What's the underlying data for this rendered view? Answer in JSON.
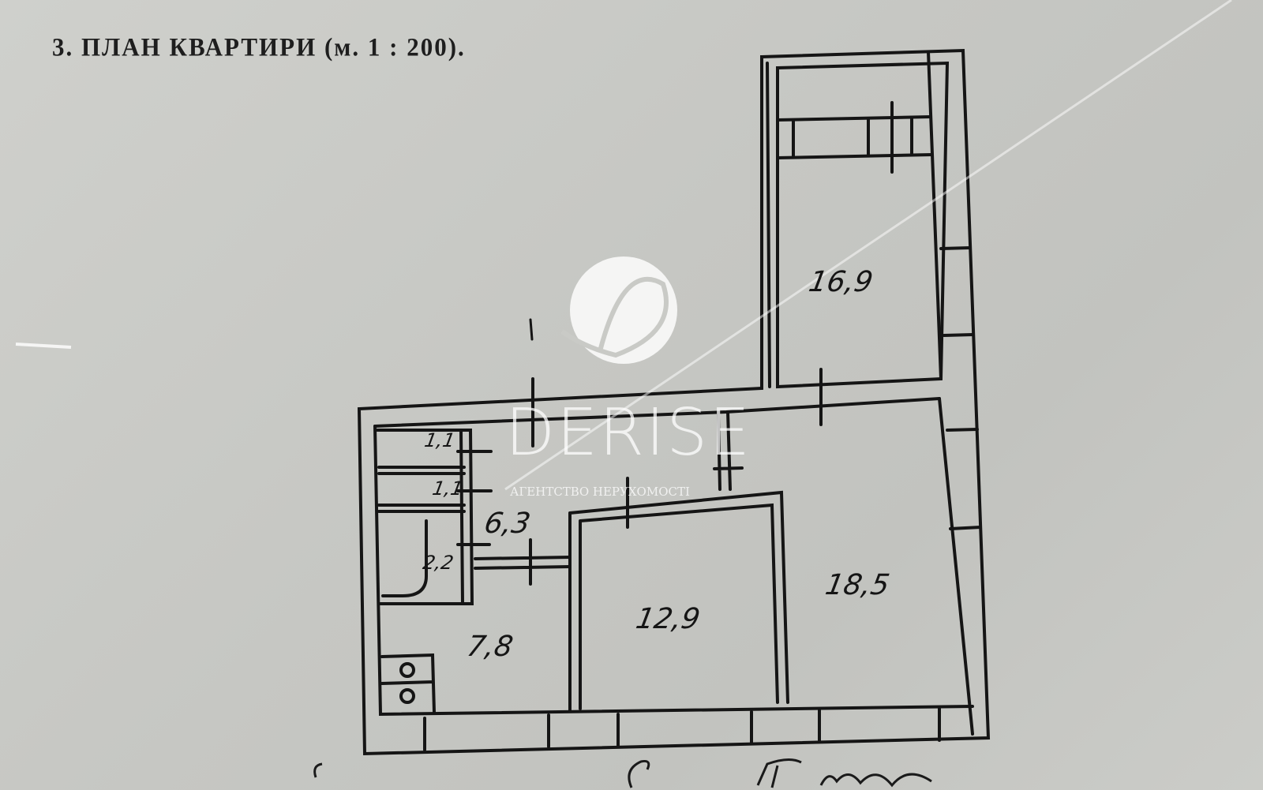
{
  "document": {
    "title": "3. ПЛАН КВАРТИРИ  (м. 1 : 200)."
  },
  "rooms": [
    {
      "area": "16,9"
    },
    {
      "area": "6,3"
    },
    {
      "area": "1,1"
    },
    {
      "area": "1,1"
    },
    {
      "area": "2,2"
    },
    {
      "area": "7,8"
    },
    {
      "area": "12,9"
    },
    {
      "area": "18,5"
    }
  ],
  "watermark": {
    "brand": "DERISE",
    "tagline": "АГЕНТСТВО НЕРУХОМОСТІ"
  },
  "colors": {
    "ink": "#151515",
    "paper": "#c9cac6"
  }
}
